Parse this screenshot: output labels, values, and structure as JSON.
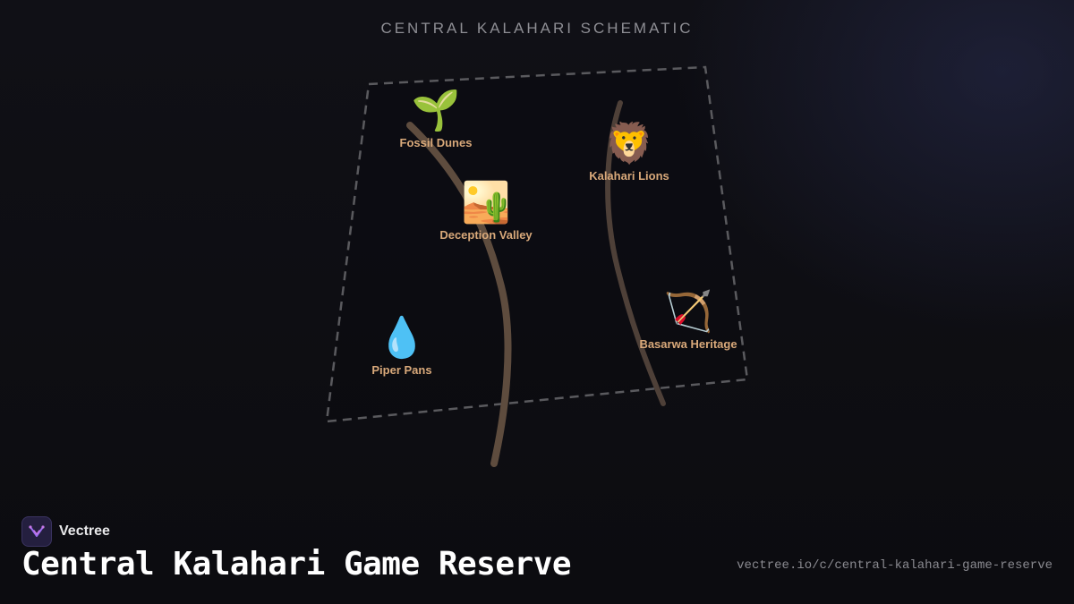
{
  "schematic_title": "CENTRAL KALAHARI SCHEMATIC",
  "colors": {
    "background": "#0e0e12",
    "label": "#d9a97a",
    "river": "#5e4c3e",
    "boundary": "#5a5a5e"
  },
  "markers": [
    {
      "id": "fossil-dunes",
      "icon": "🌱",
      "icon_name": "seedling-icon",
      "label": "Fossil Dunes"
    },
    {
      "id": "kalahari-lions",
      "icon": "🦁",
      "icon_name": "lion-icon",
      "label": "Kalahari Lions"
    },
    {
      "id": "deception-valley",
      "icon": "🏜️",
      "icon_name": "desert-icon",
      "label": "Deception Valley"
    },
    {
      "id": "piper-pans",
      "icon": "💧",
      "icon_name": "droplet-icon",
      "label": "Piper Pans"
    },
    {
      "id": "basarwa-heritage",
      "icon": "🏹",
      "icon_name": "bow-and-arrow-icon",
      "label": "Basarwa Heritage"
    }
  ],
  "footer": {
    "brand_name": "Vectree",
    "title": "Central Kalahari Game Reserve",
    "url": "vectree.io/c/central-kalahari-game-reserve"
  }
}
